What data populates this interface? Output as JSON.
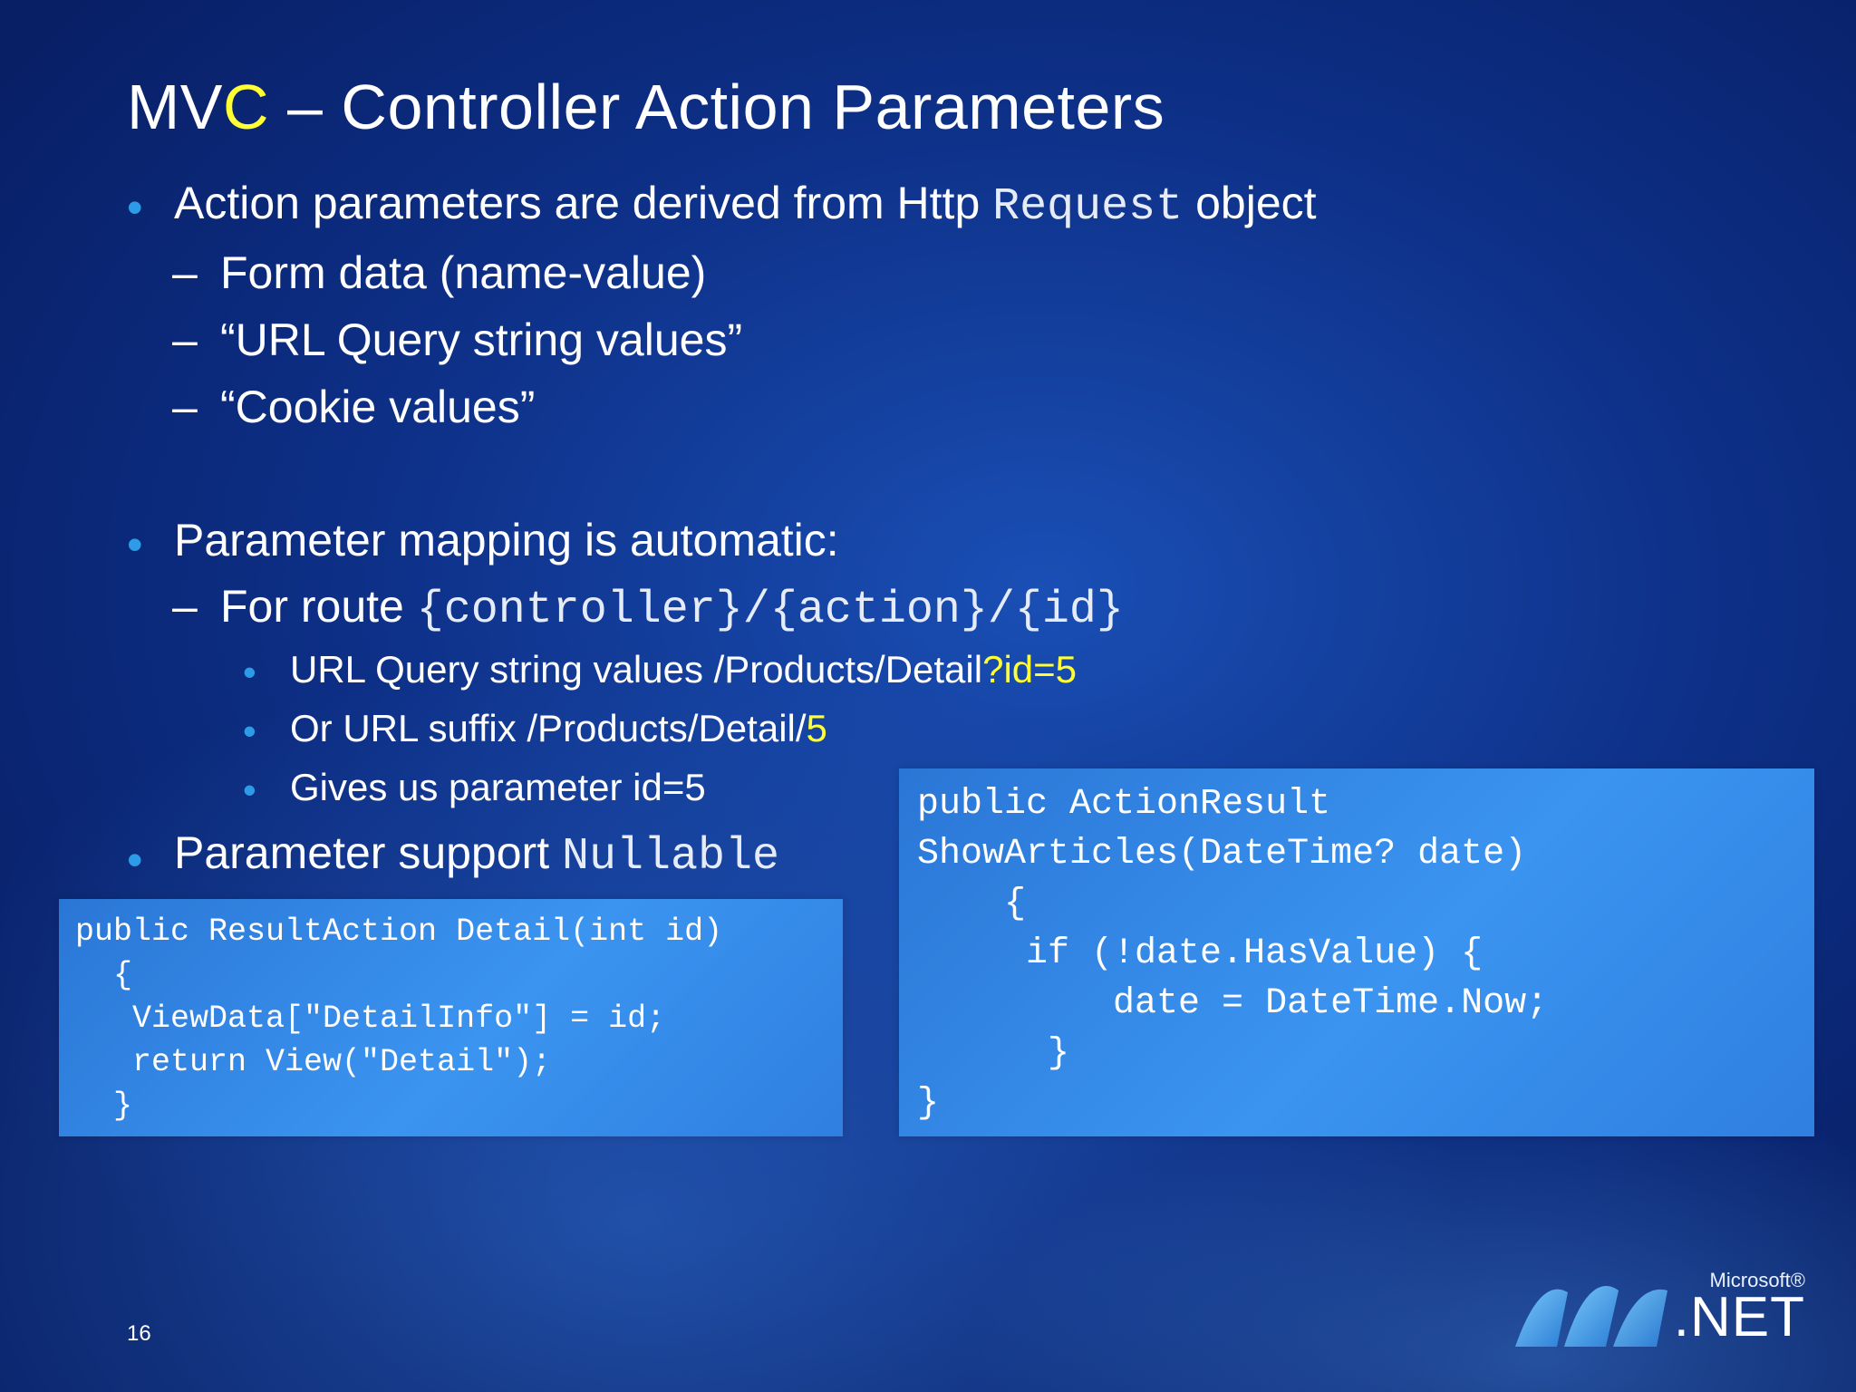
{
  "slide": {
    "title_prefix": "MV",
    "title_accent": "C",
    "title_rest": " – Controller Action Parameters",
    "bullets": {
      "b1_text": "Action parameters are derived from Http ",
      "b1_code": "Request",
      "b1_tail": " object",
      "b1_sub1": "Form data (name-value)",
      "b1_sub2": "“URL Query string values”",
      "b1_sub3": "“Cookie values”",
      "b2_text": "Parameter mapping is automatic:",
      "b2_sub1_text": "For route ",
      "b2_sub1_code": "{controller}/{action}/{id}",
      "b2_sub1_item1_text": "URL Query string values  /Products/Detail",
      "b2_sub1_item1_hl": "?id=5",
      "b2_sub1_item2_text": "Or URL suffix /Products/Detail/",
      "b2_sub1_item2_hl": "5",
      "b2_sub1_item3_text": "Gives us parameter id=5",
      "b3_text": "Parameter support ",
      "b3_code": "Nullable"
    },
    "code_left": "public ResultAction Detail(int id)\n  {\n   ViewData[\"DetailInfo\"] = id;\n   return View(\"Detail\");\n  }",
    "code_right": "public ActionResult\nShowArticles(DateTime? date)\n    {\n     if (!date.HasValue) {\n         date = DateTime.Now;\n      }\n}",
    "page_number": "16",
    "logo": {
      "microsoft": "Microsoft®",
      "net": ".NET"
    },
    "colors": {
      "accent_yellow": "#ffff33",
      "bullet_blue": "#2e9be8",
      "code_box": "#3b94f0"
    }
  }
}
